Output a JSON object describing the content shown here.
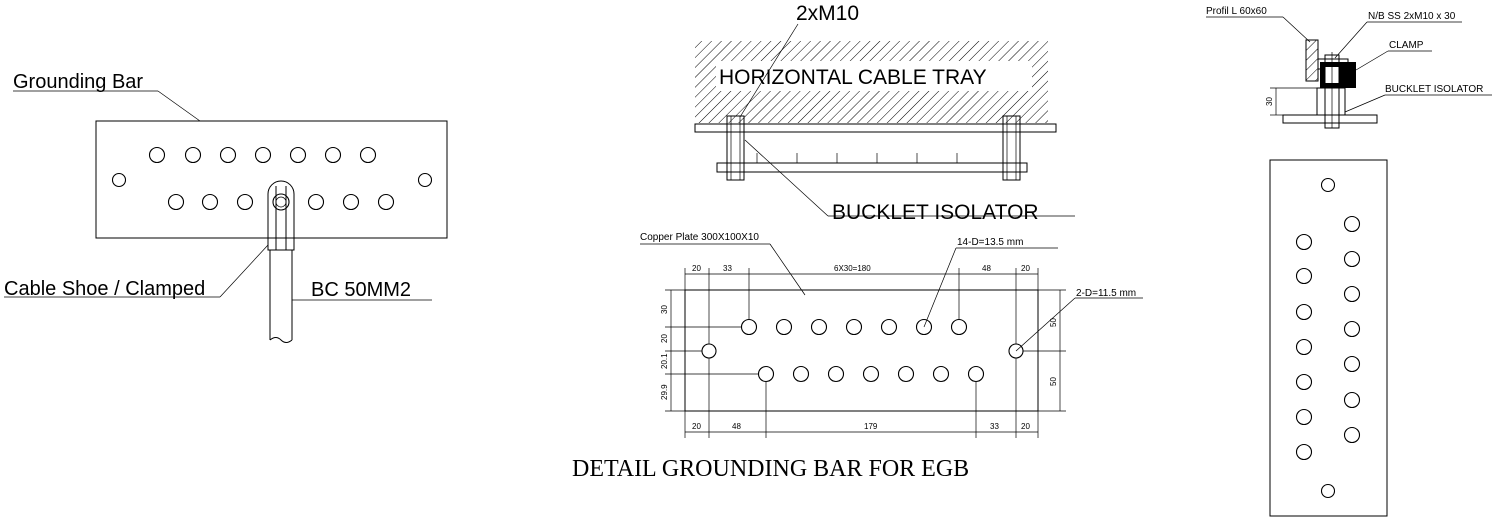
{
  "left_view": {
    "grounding_bar_label": "Grounding Bar",
    "cable_shoe_label": "Cable Shoe / Clamped",
    "cable_label": "BC 50MM2"
  },
  "section_view": {
    "bolt_label": "2xM10",
    "tray_label": "HORIZONTAL CABLE TRAY",
    "isolator_label": "BUCKLET ISOLATOR"
  },
  "plan_view": {
    "plate_label": "Copper Plate 300X100X10",
    "holes_small_label": "14-D=13.5 mm",
    "holes_end_label": "2-D=11.5 mm",
    "top_dims": [
      "20",
      "33",
      "6X30=180",
      "48",
      "20"
    ],
    "bottom_dims": [
      "20",
      "48",
      "179",
      "33",
      "20"
    ],
    "left_dims": [
      "30",
      "20",
      "20.1",
      "29.9"
    ],
    "right_dims": [
      "50",
      "50"
    ]
  },
  "detail_view": {
    "profile_label": "Profil L 60x60",
    "bolt_label": "N/B SS 2xM10 x 30",
    "clamp_label": "CLAMP",
    "isolator_label": "BUCKLET ISOLATOR",
    "height_dim": "30"
  },
  "title": "DETAIL GROUNDING BAR FOR EGB"
}
